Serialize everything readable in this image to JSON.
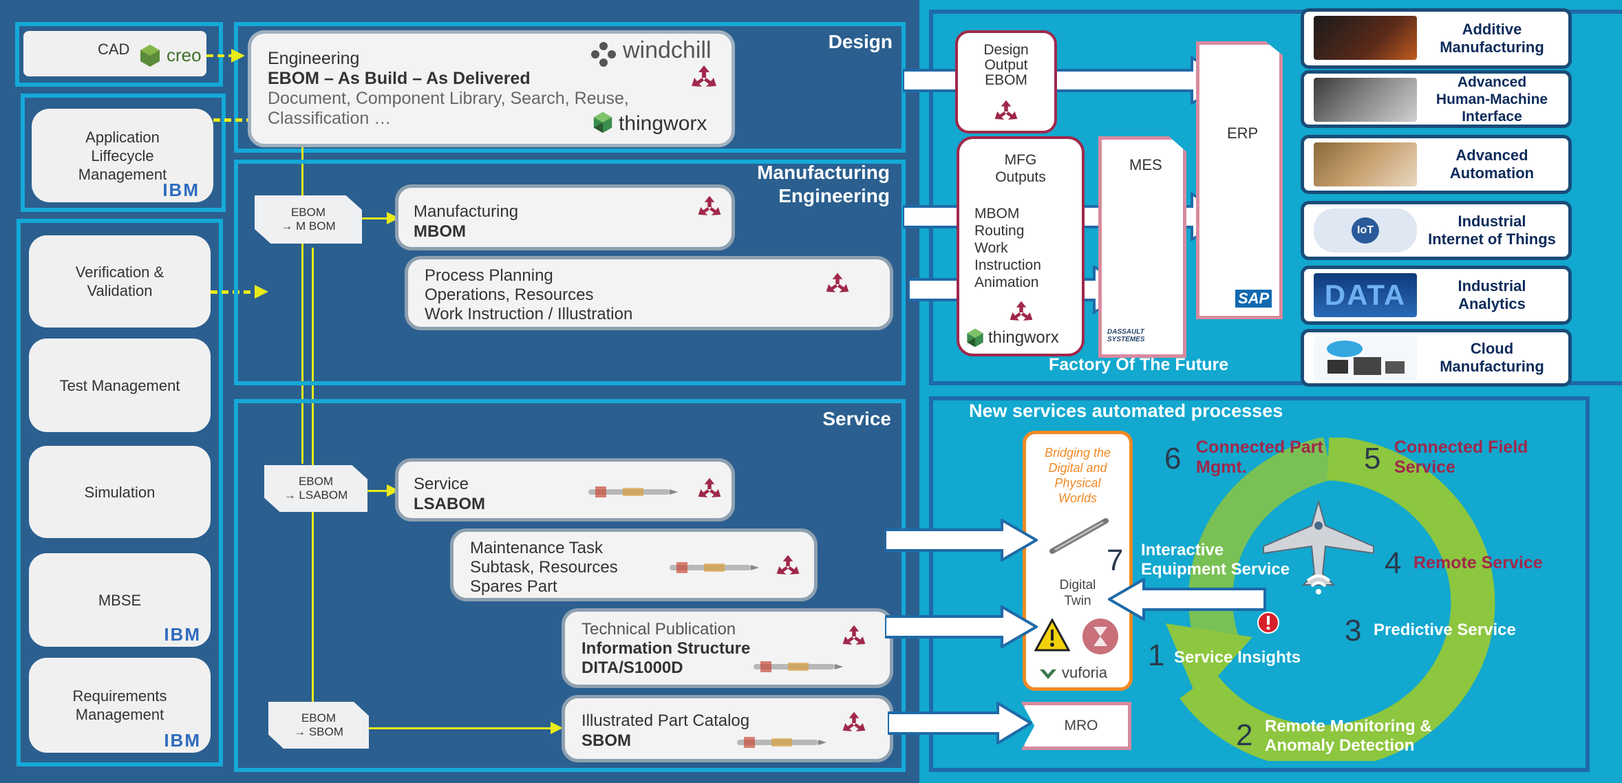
{
  "left": {
    "cad": {
      "label": "CAD",
      "logo": "creo"
    },
    "alm": {
      "lines": [
        "Application",
        "Liffecycle",
        "Management"
      ],
      "logo": "IBM"
    },
    "verification": {
      "lines": [
        "Verification &",
        "Validation"
      ]
    },
    "test": {
      "label": "Test Management"
    },
    "simulation": {
      "label": "Simulation"
    },
    "mbse": {
      "label": "MBSE",
      "logo": "IBM"
    },
    "requirements": {
      "lines": [
        "Requirements",
        "Management"
      ],
      "logo": "IBM"
    }
  },
  "design": {
    "title": "Design",
    "engineering": {
      "line1": "Engineering",
      "line2": "EBOM – As Build – As Delivered",
      "line3": "Document,  Component  Library, Search, Reuse,",
      "line4": "Classification …",
      "logo1": "windchill",
      "logo2": "thingworx"
    }
  },
  "mfg": {
    "title_lines": [
      "Manufacturing",
      "Engineering"
    ],
    "tag": [
      "EBOM",
      "→ M BOM"
    ],
    "manufacturing": {
      "line1": "Manufacturing",
      "line2": "MBOM"
    },
    "process": {
      "line1": "Process Planning",
      "line2": "Operations, Resources",
      "line3": "Work Instruction / Illustration"
    }
  },
  "service": {
    "title": "Service",
    "tag1": [
      "EBOM",
      "→ LSABOM"
    ],
    "tag2": [
      "EBOM",
      "→ SBOM"
    ],
    "svc": {
      "line1": "Service",
      "line2": "LSABOM"
    },
    "maint": {
      "line1": "Maintenance Task",
      "line2": "Subtask, Resources",
      "line3": "Spares Part"
    },
    "techpub": {
      "line1": "Technical Publication",
      "line2": "Information Structure",
      "line3": "DITA/S1000D"
    },
    "ipc": {
      "line1": "Illustrated Part Catalog",
      "line2": "SBOM"
    }
  },
  "factory": {
    "title": "Factory Of The Future",
    "design_output": [
      "Design",
      "Output",
      "EBOM"
    ],
    "mfg_outputs": {
      "title": [
        "MFG",
        "Outputs"
      ],
      "items": [
        "MBOM",
        "Routing",
        "Work",
        "Instruction",
        "Animation"
      ],
      "logo": "thingworx"
    },
    "mes": {
      "label": "MES",
      "logo": "DASSAULT SYSTEMES"
    },
    "erp": {
      "label": "ERP",
      "logo": "SAP"
    }
  },
  "tech": [
    {
      "lines": [
        "Additive",
        "Manufacturing"
      ],
      "icon": "3d-printer-photo"
    },
    {
      "lines": [
        "Advanced",
        "Human-Machine",
        "Interface"
      ],
      "icon": "vr-headset-photo"
    },
    {
      "lines": [
        "Advanced",
        "Automation"
      ],
      "icon": "robot-hand-photo"
    },
    {
      "lines": [
        "Industrial",
        "Internet of Things"
      ],
      "icon": "iot-photo",
      "icon_text": "IoT"
    },
    {
      "lines": [
        "Industrial",
        "Analytics"
      ],
      "icon": "data-photo",
      "icon_text": "DATA"
    },
    {
      "lines": [
        "Cloud",
        "Manufacturing"
      ],
      "icon": "cloud-devices-photo"
    }
  ],
  "services": {
    "title": "New services automated processes",
    "twin": {
      "italic": [
        "Bridging the",
        "Digital and",
        "Physical",
        "Worlds"
      ],
      "label": [
        "Digital",
        "Twin"
      ],
      "logo": "vuforia"
    },
    "mro": "MRO",
    "items": [
      {
        "num": "1",
        "lines": [
          "Service Insights"
        ]
      },
      {
        "num": "2",
        "lines": [
          "Remote Monitoring &",
          "Anomaly Detection"
        ]
      },
      {
        "num": "3",
        "lines": [
          "Predictive Service"
        ]
      },
      {
        "num": "4",
        "lines": [
          "Remote Service"
        ]
      },
      {
        "num": "5",
        "lines": [
          "Connected Field",
          "Service"
        ]
      },
      {
        "num": "6",
        "lines": [
          "Connected Part",
          "Mgmt."
        ]
      },
      {
        "num": "7",
        "lines": [
          "Interactive",
          "Equipment Service"
        ]
      }
    ]
  },
  "colors": {
    "bg": "#2b5f8f",
    "frame": "#15a9d8",
    "cyan_bg": "#12a8cf",
    "yellow": "#e8ea1a",
    "accent_red": "#a0284b",
    "ring_green": "#8dc63f"
  }
}
